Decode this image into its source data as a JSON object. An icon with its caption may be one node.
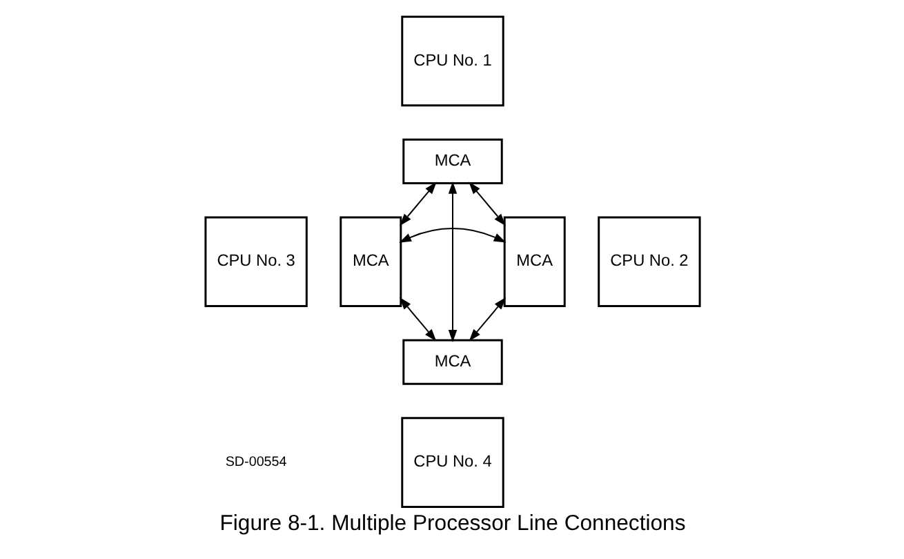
{
  "diagram": {
    "caption": "Figure 8-1. Multiple Processor Line Connections",
    "nodes": [
      {
        "text": [
          "CPU No. 1"
        ]
      },
      {
        "text": [
          "MCA"
        ]
      },
      {
        "text": [
          "MCA"
        ]
      },
      {
        "text": [
          "CPU No. 3"
        ]
      },
      {
        "text": [
          "MCA"
        ]
      },
      {
        "text": [
          "CPU No. 2"
        ]
      },
      {
        "text": [
          "MCA"
        ]
      },
      {
        "text": [
          "CPU No. 4"
        ]
      }
    ],
    "edges": [
      {
        "from": 1,
        "to": 2,
        "arrow": "both"
      },
      {
        "from": 1,
        "to": 4,
        "arrow": "both"
      },
      {
        "from": 1,
        "to": 6,
        "arrow": "both"
      },
      {
        "from": 2,
        "to": 4,
        "arrow": "both"
      },
      {
        "from": 2,
        "to": 6,
        "arrow": "both"
      },
      {
        "from": 4,
        "to": 6,
        "arrow": "both"
      }
    ],
    "labels": [
      "SD-00554"
    ]
  }
}
